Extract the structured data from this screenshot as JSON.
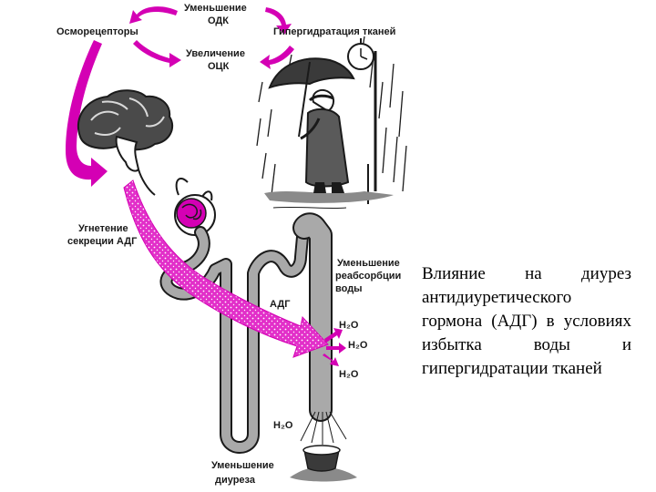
{
  "labels": {
    "decrease_odk_1": "Уменьшение",
    "decrease_odk_2": "ОДК",
    "osmoreceptors": "Осморецепторы",
    "hyperhydration": "Гипергидратация тканей",
    "increase_ock_1": "Увеличение",
    "increase_ock_2": "ОЦК",
    "inhibition_1": "Угнетение",
    "inhibition_2": "секреции АДГ",
    "adh": "АДГ",
    "reabsorption_1": "Уменьшение",
    "reabsorption_2": "реабсорбции",
    "reabsorption_3": "воды",
    "h2o_1": "H₂O",
    "h2o_2": "H₂O",
    "h2o_3": "H₂O",
    "h2o_4": "H₂O",
    "diuresis_1": "Уменьшение",
    "diuresis_2": "диуреза"
  },
  "caption": "Влияние на диурез антидиуретического гормона (АДГ) в условиях избытка воды и гипергидратации тканей",
  "colors": {
    "accent": "#d400b4",
    "tubule": "#a9a9a9",
    "outline": "#1a1a1a"
  },
  "icons": [
    "brain-icon",
    "person-with-umbrella-icon",
    "clock-icon",
    "glomerulus-icon",
    "urine-pot-icon"
  ]
}
